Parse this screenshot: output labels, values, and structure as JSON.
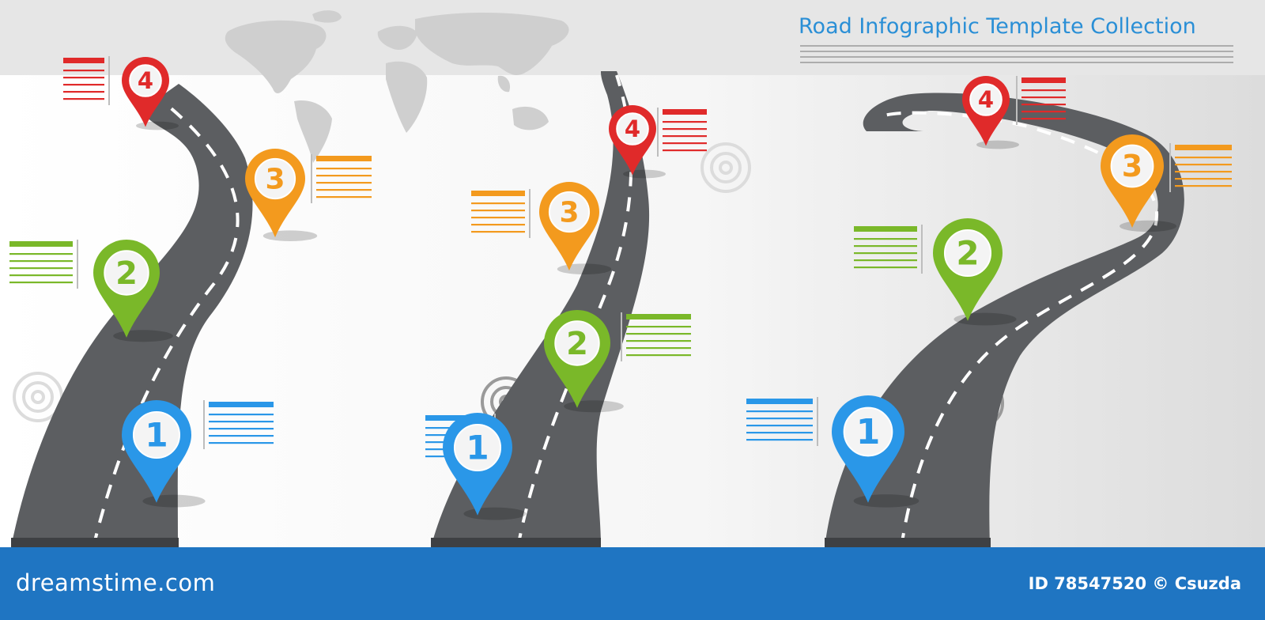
{
  "header": {
    "title": "Road Infographic Template Collection"
  },
  "colors": {
    "blue": "#2a97e8",
    "green": "#7ab829",
    "orange": "#f39a1e",
    "red": "#e02a2a",
    "road": "#696b6e",
    "footer": "#1f75c2"
  },
  "roads": [
    {
      "name": "road-1",
      "pins": [
        {
          "number": "1",
          "color": "blue"
        },
        {
          "number": "2",
          "color": "green"
        },
        {
          "number": "3",
          "color": "orange"
        },
        {
          "number": "4",
          "color": "red"
        }
      ]
    },
    {
      "name": "road-2",
      "pins": [
        {
          "number": "1",
          "color": "blue"
        },
        {
          "number": "2",
          "color": "green"
        },
        {
          "number": "3",
          "color": "orange"
        },
        {
          "number": "4",
          "color": "red"
        }
      ]
    },
    {
      "name": "road-3",
      "pins": [
        {
          "number": "1",
          "color": "blue"
        },
        {
          "number": "2",
          "color": "green"
        },
        {
          "number": "3",
          "color": "orange"
        },
        {
          "number": "4",
          "color": "red"
        }
      ]
    }
  ],
  "footer": {
    "brand": "dreamstime.com",
    "id_credit": "ID 78547520 © Csuzda"
  }
}
